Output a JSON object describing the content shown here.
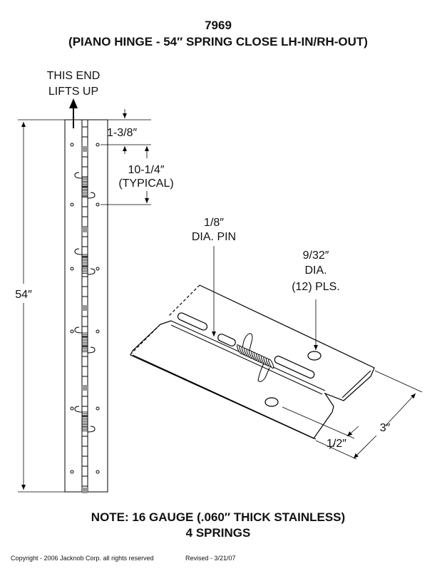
{
  "title": {
    "part_number": "7969",
    "description": "(PIANO HINGE - 54″ SPRING CLOSE LH-IN/RH-OUT)"
  },
  "callouts": {
    "lift_line1": "THIS END",
    "lift_line2": "LIFTS UP",
    "end_offset": "1-3/8″",
    "spacing": "10-1/4″",
    "spacing_note": "(TYPICAL)",
    "length": "54″",
    "pin_size": "1/8″",
    "pin_label": "DIA. PIN",
    "hole_size": "9/32″",
    "hole_label": "DIA.",
    "hole_count": "(12) PLS.",
    "width": "3″",
    "hole_edge": "1/2″"
  },
  "notes": {
    "line1": "NOTE: 16 GAUGE (.060″ THICK STAINLESS)",
    "line2": "4 SPRINGS"
  },
  "footer": {
    "copyright": "Copyright - 2006 Jacknob Corp.  all rights reserved",
    "revised": "Revised - 3/21/07"
  }
}
